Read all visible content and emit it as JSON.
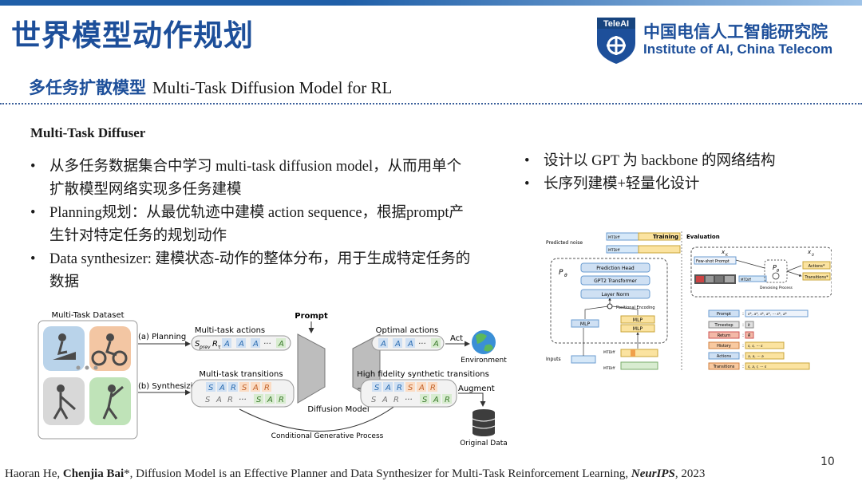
{
  "header": {
    "title": "世界模型动作规划",
    "logo_text": "TeleAI",
    "org_cn": "中国电信人工智能研究院",
    "org_en": "Institute of AI, China Telecom",
    "brand_color": "#1d4f9a"
  },
  "subtitle": {
    "cn": "多任务扩散模型",
    "en": "Multi-Task Diffusion Model for RL"
  },
  "section": {
    "heading": "Multi-Task Diffuser"
  },
  "left_bullets": [
    {
      "text": "从多任务数据集合中学习 multi-task diffusion model，从而用单个扩散模型网络实现多任务建模"
    },
    {
      "text": "Planning规划：从最优轨迹中建模 action sequence，根据prompt产生针对特定任务的规划动作"
    },
    {
      "text": "Data synthesizer: 建模状态-动作的整体分布，用于生成特定任务的数据"
    }
  ],
  "right_bullets": [
    {
      "text": "设计以 GPT 为 backbone 的网络结构"
    },
    {
      "text": "长序列建模+轻量化设计"
    }
  ],
  "figure_left": {
    "dataset_label": "Multi-Task Dataset",
    "planning_label": "(a) Planning",
    "synth_label": "(b) Synthesizing",
    "mt_actions": "Multi-task actions",
    "mt_transitions": "Multi-task transitions",
    "prompt": "Prompt",
    "diffusion_model": "Diffusion Model",
    "cond_process": "Conditional Generative Process",
    "optimal_actions": "Optimal actions",
    "hf_transitions": "High fidelity synthetic transitions",
    "act": "Act",
    "environment": "Environment",
    "augment": "Augment",
    "original_data": "Original Data",
    "prompt_seq": "S",
    "prompt_seq_sub": "prev",
    "prompt_r": "R",
    "prompt_r_sub": "τ",
    "token_a": "A",
    "token_s": "S",
    "token_r": "R",
    "ellipsis": "···"
  },
  "figure_right": {
    "predicted_noise": "Predicted noise",
    "training": "Training",
    "evaluation": "Evaluation",
    "p_theta": "P",
    "theta": "θ",
    "prediction_head": "Prediction Head",
    "gpt2": "GPT2 Transformer",
    "layer_norm": "Layer Norm",
    "positional_encoding": "Positional Encoding",
    "mlp": "MLP",
    "inputs": "Inputs",
    "mtdiff_label": "MTDiff",
    "few_shot_prompt": "Few-shot Prompt",
    "denoising_process": "Denoising Process",
    "x_k": "x",
    "x_k_sub": "K",
    "x_0": "x",
    "x_0_sub": "0",
    "actions_star": "Actions*",
    "transitions_star": "Transitions*",
    "legend": [
      {
        "label": "Prompt",
        "value": "s*, a*, s*, a*, ··· s*, a*"
      },
      {
        "label": "Timestep",
        "value": "k"
      },
      {
        "label": "Return",
        "value": "R"
      },
      {
        "label": "History",
        "value": "s, s, ··· s"
      },
      {
        "label": "Actions",
        "value": "a, a, ··· a"
      },
      {
        "label": "Transitions",
        "value": "s, a, r, ··· s"
      }
    ]
  },
  "page_number": "10",
  "citation": {
    "authors_plain": "Haoran He, ",
    "author_bold": "Chenjia Bai",
    "after_author": "*, Diffusion Model is an Effective Planner and Data Synthesizer for Multi-Task Reinforcement Learning, ",
    "venue": "NeurIPS",
    "year": ", 2023"
  }
}
